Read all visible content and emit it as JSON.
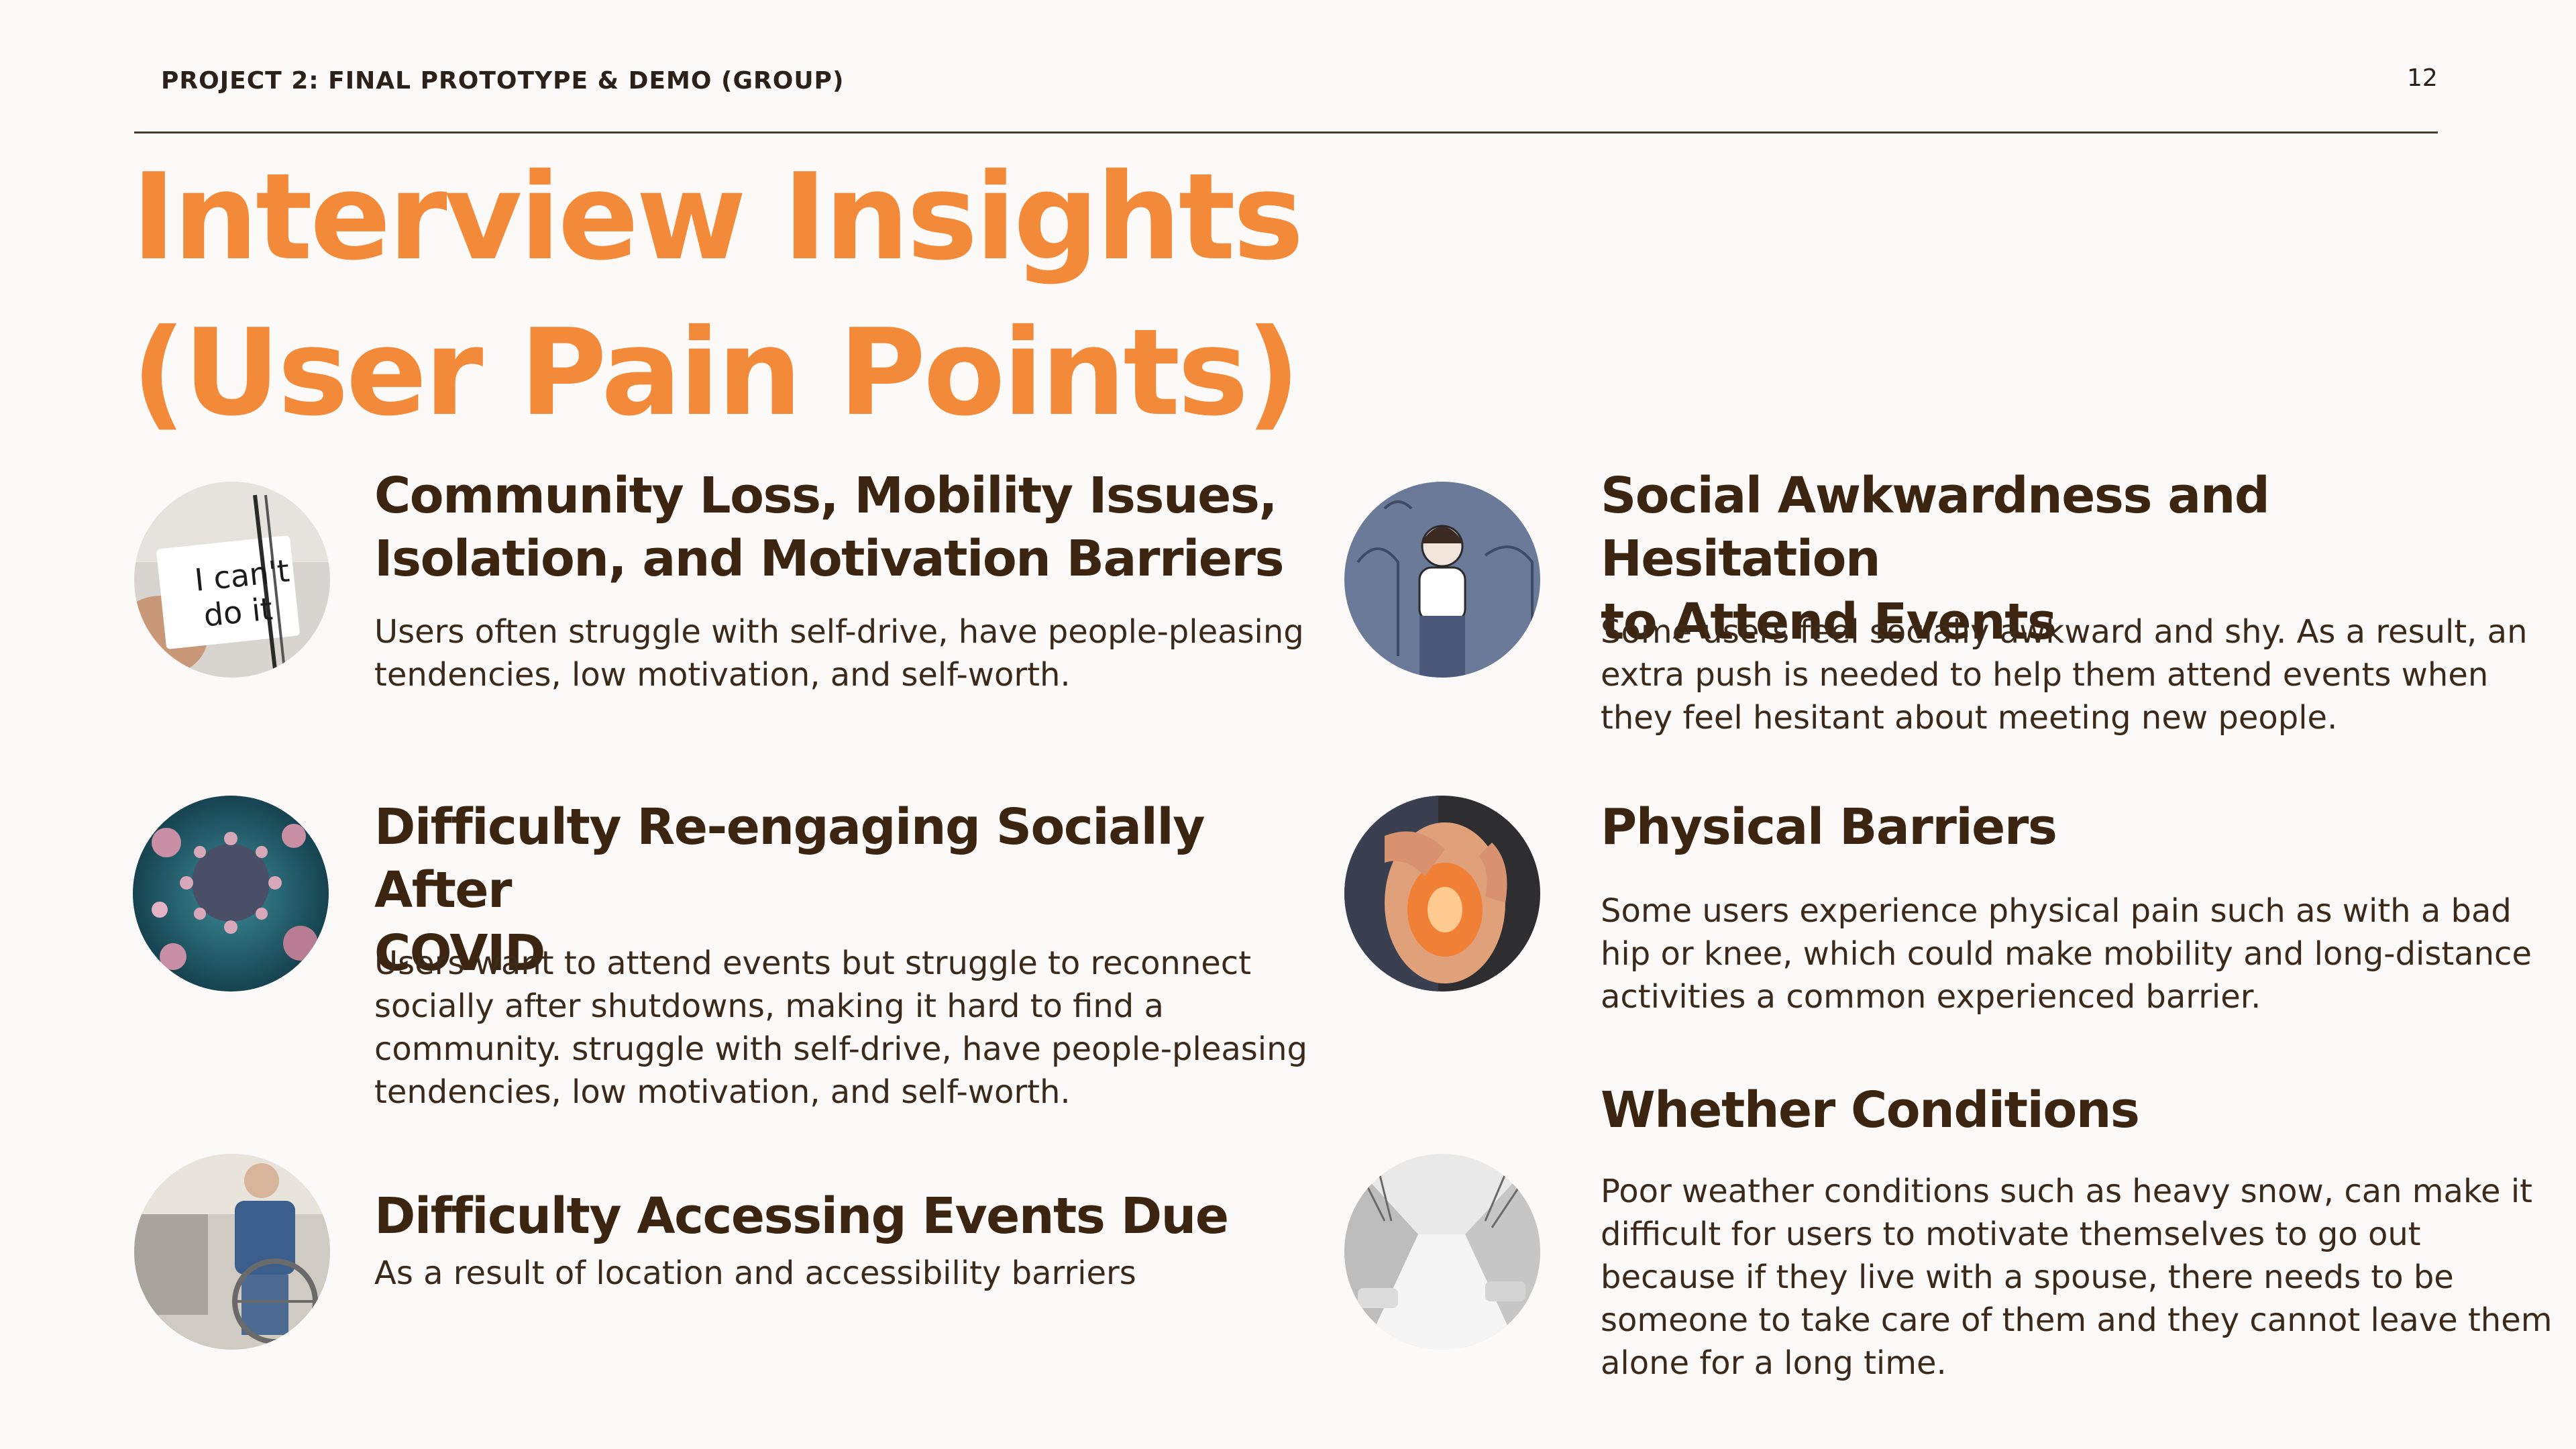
{
  "header": {
    "label": "PROJECT 2: FINAL PROTOTYPE & DEMO (GROUP)",
    "page_number": "12"
  },
  "title": {
    "line1": "Interview Insights",
    "line2": "(User Pain Points)"
  },
  "colors": {
    "accent": "#f28a3a",
    "heading": "#3b2410",
    "background": "#fcfaf8"
  },
  "insights": [
    {
      "image_icon": "i-cant-do-it-note-image",
      "image_text_line1": "I can't",
      "image_text_line2": "do it",
      "title_line1": "Community Loss, Mobility Issues,",
      "title_line2": "Isolation, and Motivation Barriers",
      "body": "Users often struggle with self-drive, have people-pleasing tendencies, low motivation, and self-worth."
    },
    {
      "image_icon": "virus-image",
      "title_line1": "Difficulty Re-engaging Socially After",
      "title_line2": "COVID",
      "body": "Users want to attend events but struggle to reconnect socially after shutdowns, making it hard to find a community. struggle with self-drive, have people-pleasing tendencies, low motivation, and self-worth."
    },
    {
      "image_icon": "wheelchair-user-image",
      "title_line1": "Difficulty Accessing Events Due",
      "title_line2": "",
      "body": "As a result of location and accessibility barriers"
    },
    {
      "image_icon": "anxious-person-illustration",
      "title_line1": "Social Awkwardness and Hesitation",
      "title_line2": "to Attend Events",
      "body": "Some users feel socially awkward and shy. As a result, an extra push is needed to help them attend events when they feel hesitant about meeting new people."
    },
    {
      "image_icon": "knee-pain-image",
      "title_line1": "Physical Barriers",
      "title_line2": "",
      "body": "Some users experience physical pain such as with a bad hip or knee, which could make mobility and long-distance activities a common experienced barrier."
    },
    {
      "image_icon": "snowy-street-image",
      "title_line1": "Whether Conditions",
      "title_line2": "",
      "body": "Poor weather conditions such as heavy snow, can make it difficult for users to motivate themselves to go out because if they live with a spouse, there needs to be someone to take care of them and they cannot leave them alone for a long time."
    }
  ]
}
